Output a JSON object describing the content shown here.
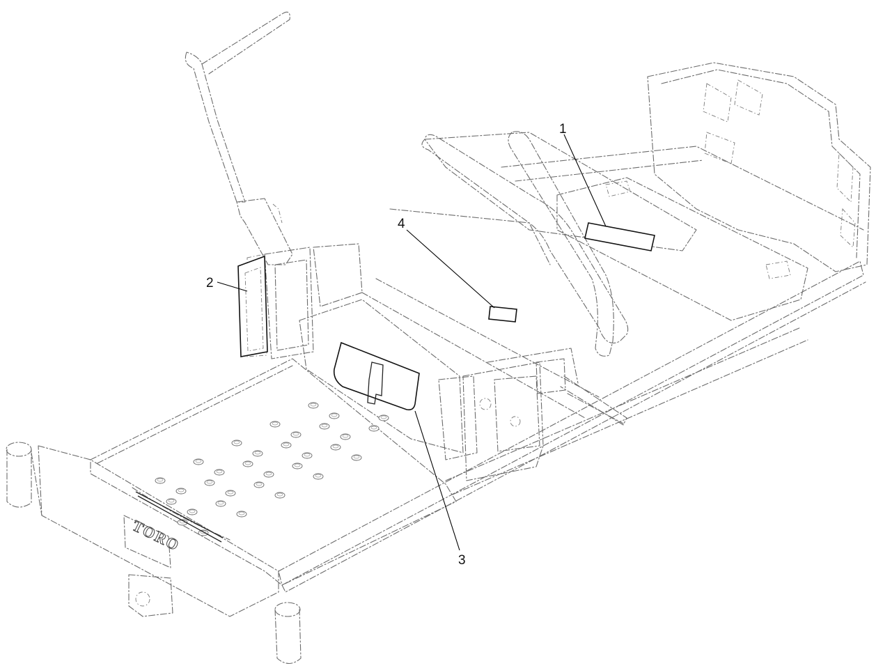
{
  "callouts": [
    {
      "id": "1",
      "label": "1"
    },
    {
      "id": "2",
      "label": "2"
    },
    {
      "id": "3",
      "label": "3"
    },
    {
      "id": "4",
      "label": "4"
    }
  ],
  "logo": {
    "text": "TORO"
  },
  "colors": {
    "line": "#6b6b6b",
    "decal": "#111111",
    "background": "#ffffff"
  }
}
